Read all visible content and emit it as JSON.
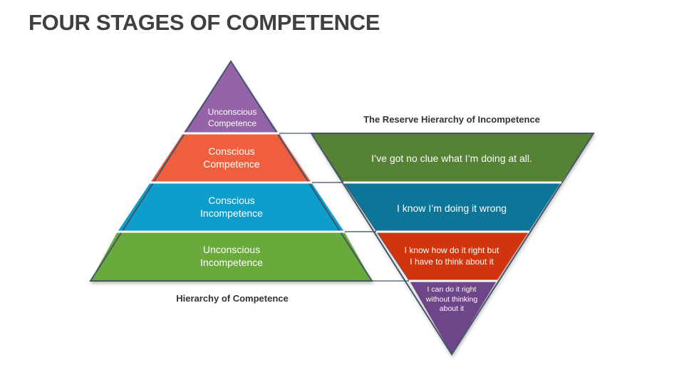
{
  "title": "FOUR STAGES OF COMPETENCE",
  "pyramid": {
    "caption": "Hierarchy of Competence",
    "levels": [
      {
        "line1": "Unconscious",
        "line2": "Competence",
        "color": "#9463A8"
      },
      {
        "line1": "Conscious",
        "line2": "Competence",
        "color": "#F05F3C"
      },
      {
        "line1": "Conscious",
        "line2": "Incompetence",
        "color": "#0A9ECC"
      },
      {
        "line1": "Unconscious",
        "line2": "Incompetence",
        "color": "#6BAA3E"
      }
    ]
  },
  "inverted": {
    "caption": "The Reserve Hierarchy of Incompetence",
    "levels": [
      {
        "line1": "I’ve got no clue what I’m doing at all.",
        "color": "#548235"
      },
      {
        "line1": "I know I’m doing  it wrong",
        "color": "#0B7497"
      },
      {
        "line1": "I know how do it right but",
        "line2": "I have to think about it",
        "color": "#D13410"
      },
      {
        "line1": "I can do it right",
        "line2": "without thinking",
        "line3": "about it",
        "color": "#6E4588"
      }
    ]
  },
  "colors": {
    "outline": "#44546A",
    "title": "#404040"
  }
}
